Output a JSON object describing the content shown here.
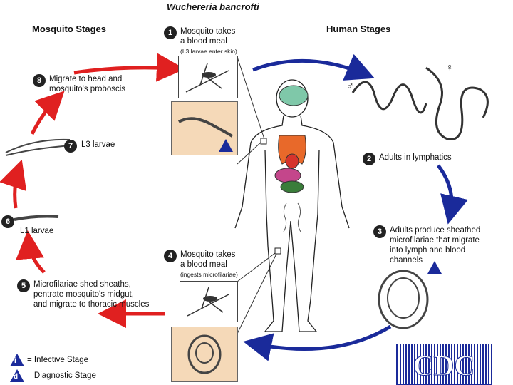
{
  "title": "Wuchereria bancrofti",
  "headers": {
    "mosquito": "Mosquito Stages",
    "human": "Human Stages"
  },
  "steps": [
    {
      "num": "1",
      "lines": [
        "Mosquito takes",
        "a blood meal"
      ],
      "note": "(L3 larvae enter skin)"
    },
    {
      "num": "2",
      "lines": [
        "Adults in lymphatics"
      ]
    },
    {
      "num": "3",
      "lines": [
        "Adults produce sheathed",
        "microfilariae that migrate",
        "into lymph and blood",
        "channels"
      ]
    },
    {
      "num": "4",
      "lines": [
        "Mosquito takes",
        "a blood meal"
      ],
      "note": "(ingests microfilariae)"
    },
    {
      "num": "5",
      "lines": [
        "Microfilariae shed sheaths,",
        "pentrate mosquito's midgut,",
        "and migrate to thoracic muscles"
      ]
    },
    {
      "num": "6",
      "lines": [
        "L1 larvae"
      ]
    },
    {
      "num": "7",
      "lines": [
        "L3 larvae"
      ]
    },
    {
      "num": "8",
      "lines": [
        "Migrate to head and",
        "mosquito's proboscis"
      ]
    }
  ],
  "legend": {
    "infective_symbol": "i",
    "infective_label": "= Infective Stage",
    "diagnostic_symbol": "d",
    "diagnostic_label": "= Diagnostic Stage"
  },
  "sex_symbols": {
    "male": "♂",
    "female": "♀"
  },
  "logo_text": "CDC",
  "colors": {
    "red_arrow": "#e02020",
    "blue_arrow": "#1a2a9a",
    "peach_box": "#f5d9b8"
  }
}
